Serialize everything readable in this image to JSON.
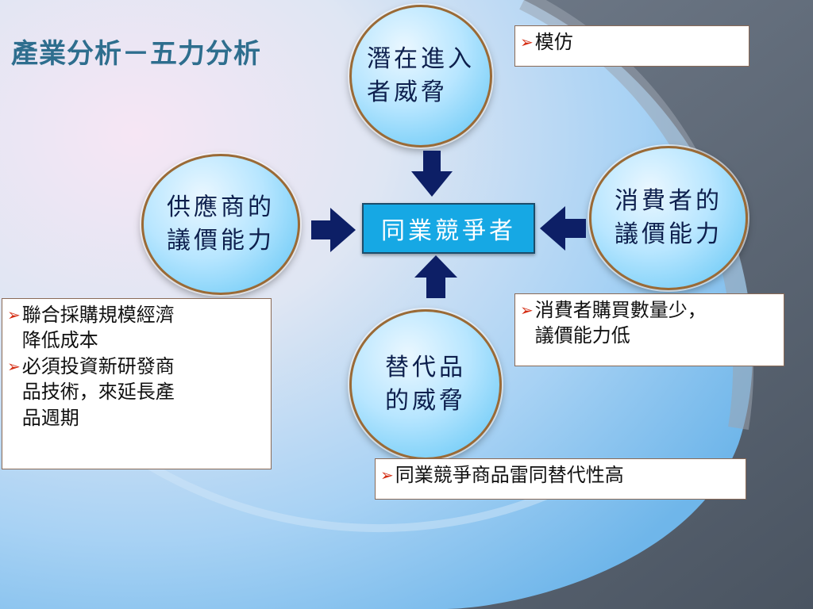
{
  "title": "產業分析－五力分析",
  "center": "同業競爭者",
  "circles": {
    "top": "潛在進入\n者威脅",
    "left": "供應商的\n議價能力",
    "right": "消費者的\n議價能力",
    "bottom": "替代品\n的威脅"
  },
  "notes": {
    "top": [
      "模仿"
    ],
    "left": [
      "聯合採購規模經濟\n降低成本",
      "必須投資新研發商\n品技術，來延長產\n品週期"
    ],
    "right": [
      "消費者購買數量少，\n議價能力低"
    ],
    "bottom": [
      "同業競爭商品雷同替代性高"
    ]
  },
  "colors": {
    "arrow": "#0d1f66",
    "center_fill": "#16a8e4",
    "circle_border": "#9a6a36",
    "bullet": "#d42a10",
    "title": "#2e6e8e"
  },
  "icons": {
    "bullet": "arrowhead-bullet-icon",
    "arrows": "block-arrow-icon"
  }
}
